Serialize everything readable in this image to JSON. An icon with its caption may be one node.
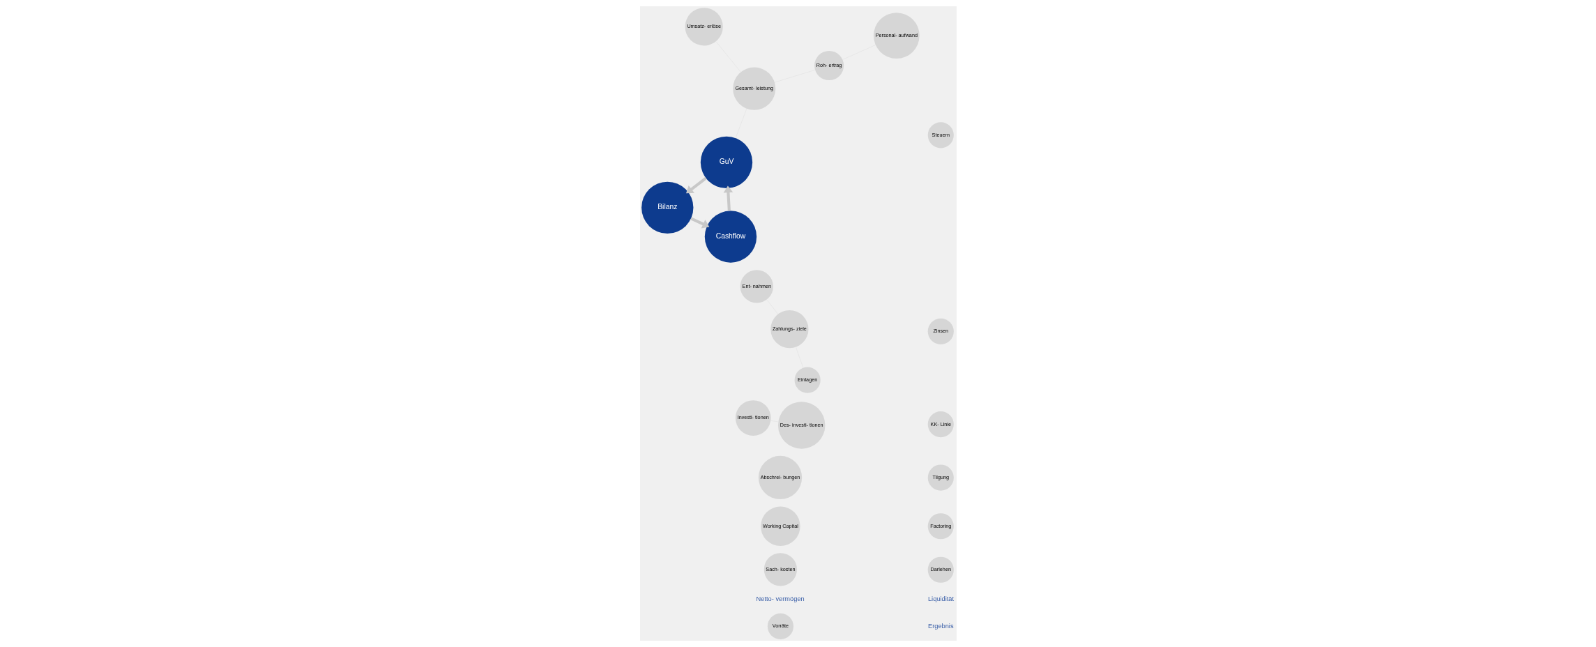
{
  "diagram": {
    "nodes": [
      {
        "text": [
          "Umsatz- erlöse"
        ]
      },
      {
        "text": [
          "Gesamt- leistung"
        ]
      },
      {
        "text": [
          "GuV"
        ]
      },
      {
        "text": [
          "Bilanz"
        ]
      },
      {
        "text": [
          "Abschrei- bungen"
        ]
      },
      {
        "text": [
          "Investi- tionen"
        ]
      },
      {
        "text": [
          "Roh- ertrag"
        ]
      },
      {
        "text": [
          "Working Capital"
        ]
      },
      {
        "text": [
          "Personal- aufwand"
        ]
      },
      {
        "text": [
          "Vorräte"
        ]
      },
      {
        "text": [
          "Steuern"
        ]
      },
      {
        "text": [
          "Des- investi- tionen"
        ]
      },
      {
        "text": [
          "Sach- kosten"
        ]
      },
      {
        "text": [
          "Zinsen"
        ]
      },
      {
        "text": [
          "Ent- nahmen"
        ]
      },
      {
        "text": [
          "KK- Linie"
        ]
      },
      {
        "text": [
          "Zahlungs- ziele"
        ]
      },
      {
        "text": [
          "Cashflow"
        ]
      },
      {
        "text": [
          "Tilgung"
        ]
      },
      {
        "text": [
          "Factoring"
        ]
      },
      {
        "text": [
          "Darlehen"
        ]
      },
      {
        "text": [
          "Einlagen"
        ]
      }
    ],
    "edges": [
      {
        "from": 2,
        "to": 3,
        "arrow": "to",
        "style": "thick",
        "color": "#c8c8c8"
      },
      {
        "from": 3,
        "to": 17,
        "arrow": "to",
        "style": "thick",
        "color": "#c8c8c8"
      },
      {
        "from": 17,
        "to": 2,
        "arrow": "to",
        "style": "thick",
        "color": "#c8c8c8"
      },
      {
        "from": 0,
        "to": 1,
        "arrow": "none"
      },
      {
        "from": 1,
        "to": 2,
        "arrow": "none"
      },
      {
        "from": 1,
        "to": 6,
        "arrow": "none"
      },
      {
        "from": 6,
        "to": 8,
        "arrow": "none"
      },
      {
        "from": 5,
        "to": 11,
        "arrow": "none"
      },
      {
        "from": 14,
        "to": 16,
        "arrow": "none"
      },
      {
        "from": 16,
        "to": 21,
        "arrow": "none"
      }
    ],
    "labels": [
      "Ergebnis",
      "Liquidität",
      "Netto- vermögen"
    ]
  }
}
